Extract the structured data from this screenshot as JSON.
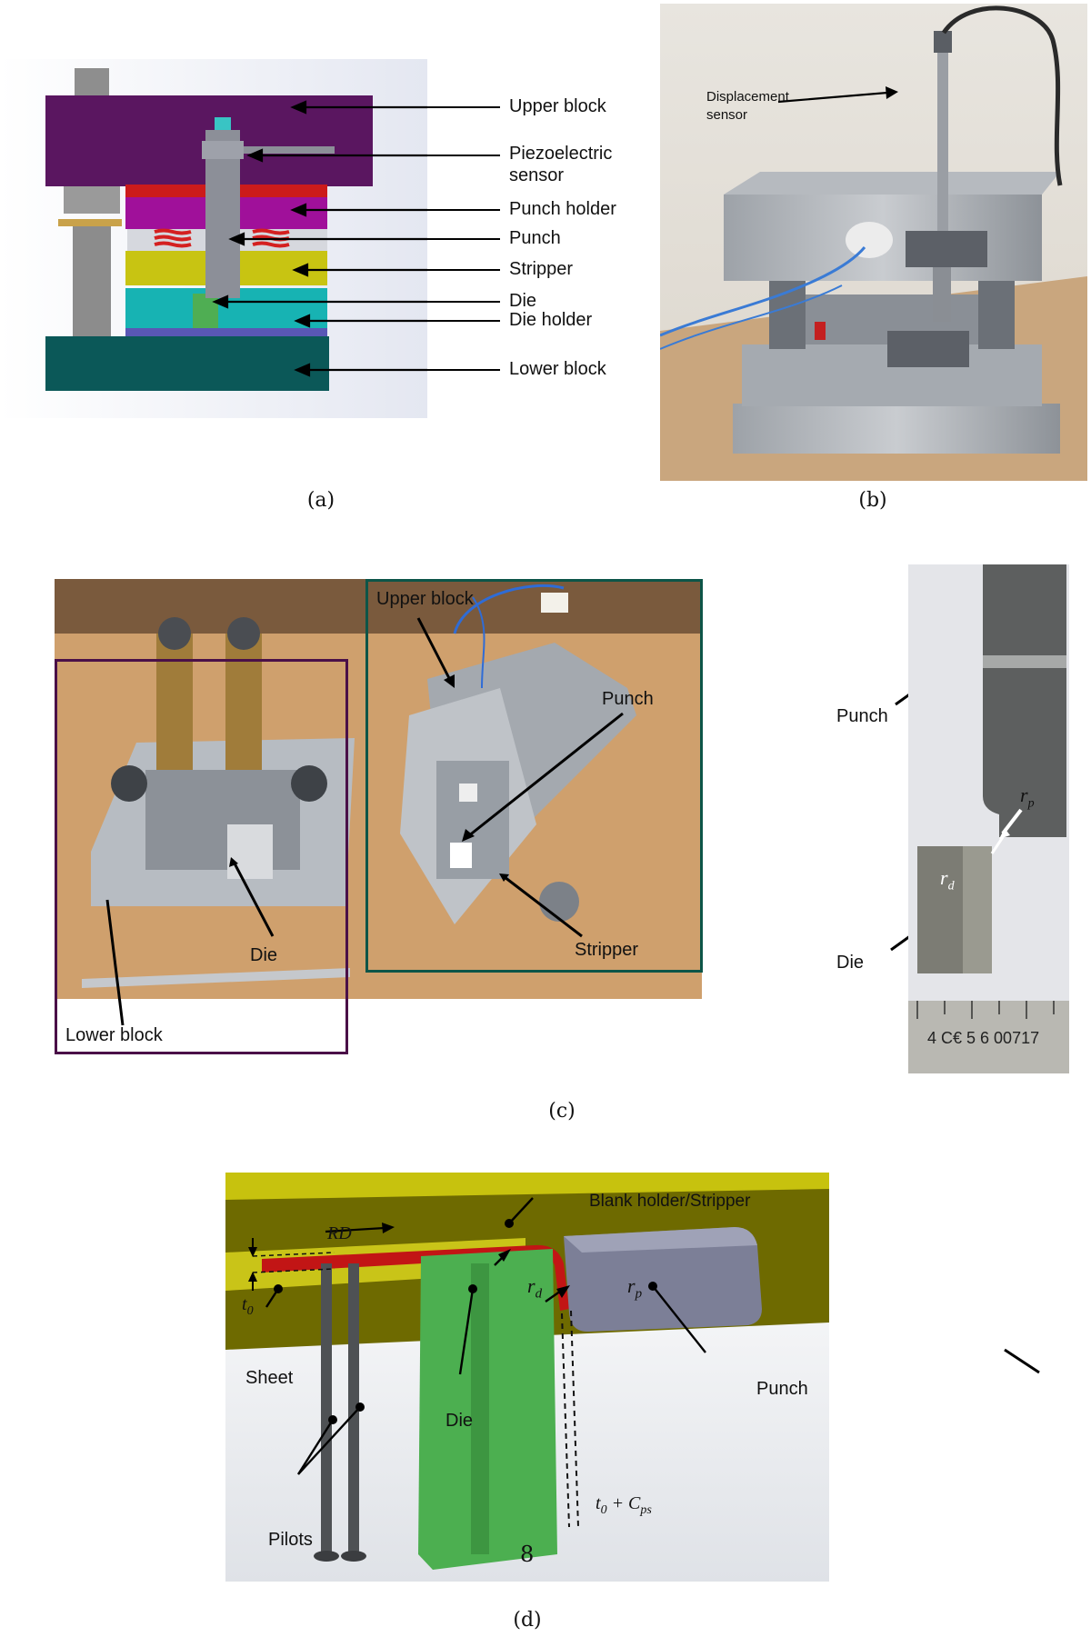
{
  "panel_a": {
    "labels": {
      "upper_block": "Upper block",
      "piezo_line1": "Piezoelectric",
      "piezo_line2": "sensor",
      "punch_holder": "Punch holder",
      "punch": "Punch",
      "stripper": "Stripper",
      "die": "Die",
      "die_holder": "Die holder",
      "lower_block": "Lower block"
    },
    "caption": "(a)",
    "colors": {
      "upper": "#5a1660",
      "holder": "#a0109a",
      "stripper": "#c8c412",
      "die": "#17b3b3",
      "lower": "#0b5858",
      "spring": "#d42020"
    }
  },
  "panel_b": {
    "label_line1": "Displacement",
    "label_line2": "sensor",
    "caption": "(b)"
  },
  "panel_c": {
    "left": {
      "upper_block": "Upper block",
      "punch": "Punch",
      "die": "Die",
      "stripper": "Stripper",
      "lower_block": "Lower block"
    },
    "right": {
      "punch": "Punch",
      "die": "Die",
      "rp": "r",
      "rp_sub": "p",
      "rd": "r",
      "rd_sub": "d",
      "ruler_text": "4 C€ 5 6 00717"
    },
    "caption": "(c)"
  },
  "panel_d": {
    "blank_holder": "Blank holder/Stripper",
    "rd_dir": "RD",
    "t0": "t",
    "t0_sub": "0",
    "sheet": "Sheet",
    "die": "Die",
    "rd_r": "r",
    "rd_r_sub": "d",
    "rp_r": "r",
    "rp_r_sub": "p",
    "punch": "Punch",
    "pilots": "Pilots",
    "clearance_t": "t",
    "clearance_t_sub": "0",
    "clearance_plus": " + C",
    "clearance_sub": "ps",
    "page_number": "8",
    "caption": "(d)"
  }
}
